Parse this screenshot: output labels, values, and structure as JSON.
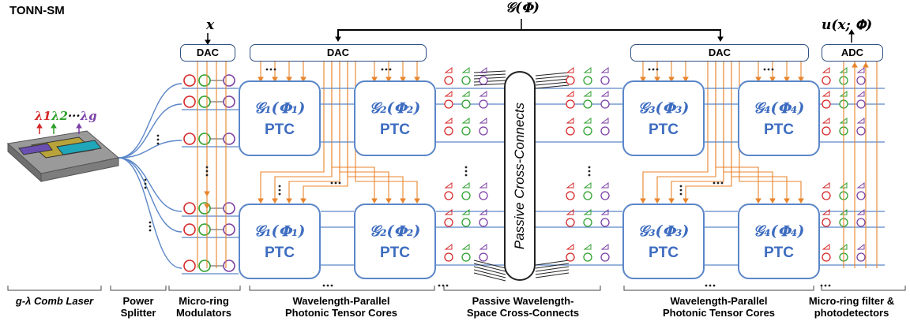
{
  "title": "TONN-SM",
  "top_function": "𝒢(𝚽)",
  "input_symbol": "𝒙",
  "output_symbol": "𝒖(𝒙; 𝚽)",
  "wavelengths": {
    "l1": "λ1",
    "l2": "λ2",
    "dots": "···",
    "lg": "λg"
  },
  "dac_label": "DAC",
  "adc_label": "ADC",
  "cross_connect_label": "Passive Cross-Connects",
  "ptc_label": "PTC",
  "cores": {
    "g1": "𝒢₁(𝚽₁)",
    "g2": "𝒢₂(𝚽₂)",
    "g3": "𝒢₃(𝚽₃)",
    "g4": "𝒢₄(𝚽₄)"
  },
  "sections": [
    {
      "line1": "g-λ Comb Laser",
      "line2": ""
    },
    {
      "line1": "Power",
      "line2": "Splitter"
    },
    {
      "line1": "Micro-ring",
      "line2": "Modulators"
    },
    {
      "line1": "Wavelength-Parallel",
      "line2": "Photonic Tensor Cores"
    },
    {
      "line1": "Passive Wavelength-",
      "line2": "Space Cross-Connects"
    },
    {
      "line1": "Wavelength-Parallel",
      "line2": "Photonic Tensor Cores"
    },
    {
      "line1": "Micro-ring filter &",
      "line2": "photodetectors"
    }
  ],
  "colors": {
    "ptc": "#3d6cc0",
    "wire": "#e8842c",
    "waveguide": "#5b86c8",
    "ring1": "#d62728",
    "ring2": "#2ca02c",
    "ring3": "#7b3fa6"
  }
}
